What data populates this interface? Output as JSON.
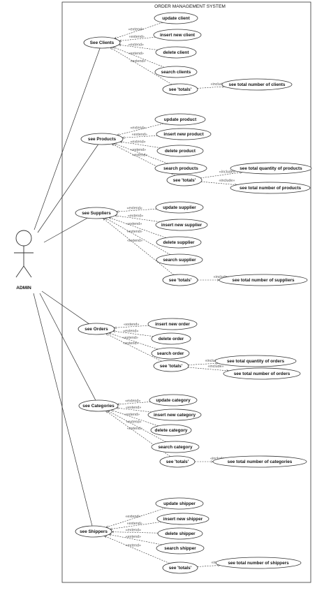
{
  "system_title": "ORDER MANAGEMENT SYSTEM",
  "actor": "ADMIN",
  "labels": {
    "extend": "«extend»",
    "include": "«include»"
  },
  "groups": [
    {
      "name": "See Clients",
      "extends": [
        "update client",
        "insert new client",
        "delete client",
        "search clients"
      ],
      "totals": "see 'totals'",
      "includes": [
        "see total number of clients"
      ]
    },
    {
      "name": "see Products",
      "extends": [
        "update product",
        "insert new product",
        "delete product",
        "search products"
      ],
      "totals": "see 'totals'",
      "includes": [
        "see total quantity of products",
        "see total number of products"
      ]
    },
    {
      "name": "see Suppliers",
      "extends": [
        "update supplier",
        "insert new supplier",
        "delete supplier",
        "search supplier"
      ],
      "totals": "see 'totals'",
      "includes": [
        "see total number of suppliers"
      ]
    },
    {
      "name": "see Orders",
      "extends": [
        "insert new order",
        "delete order",
        "search order"
      ],
      "totals": "see 'totals'",
      "includes": [
        "see total quantity of orders",
        "see total number of orders"
      ]
    },
    {
      "name": "see Categories",
      "extends": [
        "update category",
        "insert new category",
        "delete category",
        "search category"
      ],
      "totals": "see 'totals'",
      "includes": [
        "see total number of categories"
      ]
    },
    {
      "name": "see Shippers",
      "extends": [
        "update shipper",
        "insert new shipper",
        "delete shipper",
        "search shipper"
      ],
      "totals": "see 'totals'",
      "includes": [
        "see total number of shippers"
      ]
    }
  ]
}
